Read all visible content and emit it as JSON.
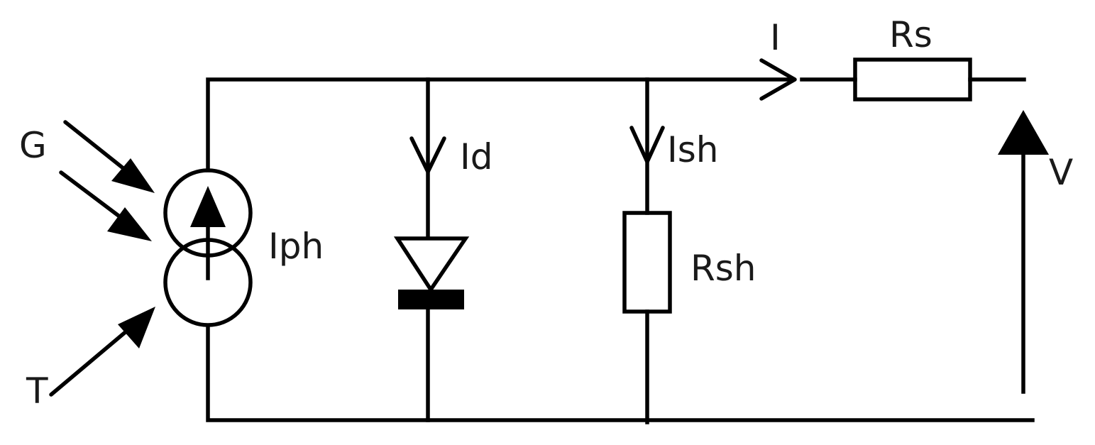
{
  "labels": {
    "g": "G",
    "t": "T",
    "iph": "Iph",
    "id": "Id",
    "ish": "Ish",
    "rsh": "Rsh",
    "i": "I",
    "rs": "Rs",
    "v": "V"
  },
  "colors": {
    "line": "#000000",
    "text": "#1a1a1a",
    "background": "#ffffff"
  }
}
